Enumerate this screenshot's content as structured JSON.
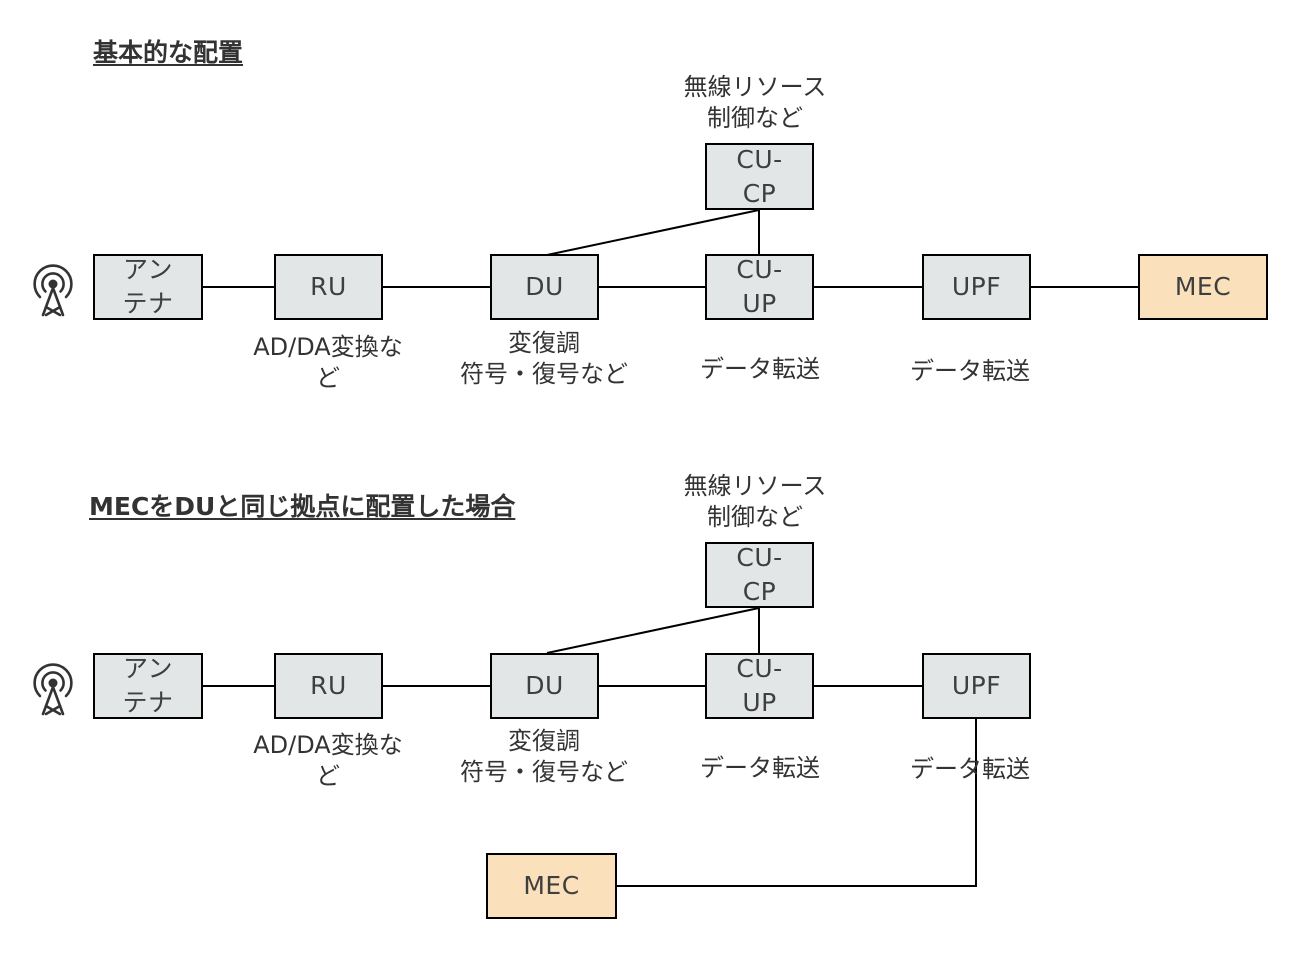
{
  "diagrams": [
    {
      "title": "基本的な配置",
      "nodes": {
        "antenna": "アン\nテナ",
        "ru": "RU",
        "du": "DU",
        "cu_cp": "CU-\nCP",
        "cu_up": "CU-\nUP",
        "upf": "UPF",
        "mec": "MEC"
      },
      "captions": {
        "radio_control": "無線リソース\n制御など",
        "ru": "AD/DA変換な\nど",
        "du": "変復調\n符号・復号など",
        "cu_up": "データ転送",
        "upf": "データ転送"
      }
    },
    {
      "title": "MECをDUと同じ拠点に配置した場合",
      "nodes": {
        "antenna": "アン\nテナ",
        "ru": "RU",
        "du": "DU",
        "cu_cp": "CU-\nCP",
        "cu_up": "CU-\nUP",
        "upf": "UPF",
        "mec": "MEC"
      },
      "captions": {
        "radio_control": "無線リソース\n制御など",
        "ru": "AD/DA変換な\nど",
        "du": "変復調\n符号・復号など",
        "cu_up": "データ転送",
        "upf": "データ転送"
      }
    }
  ],
  "colors": {
    "node_fill": "#e3e6e7",
    "mec_fill": "#fbe0bc",
    "line": "#000000",
    "text": "#333333"
  },
  "icons": {
    "antenna": "radio-tower-icon"
  }
}
